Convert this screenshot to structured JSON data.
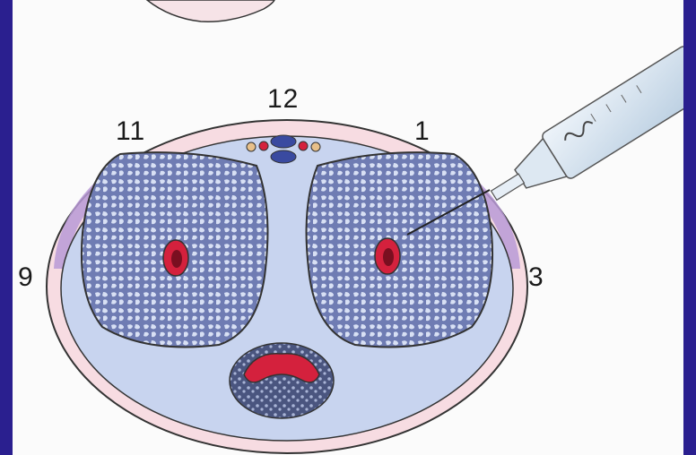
{
  "labels": {
    "twelve": "12",
    "eleven": "11",
    "one": "1",
    "nine": "9",
    "three": "3"
  },
  "colors": {
    "border": "#2a1f8f",
    "skin": "#f7dce2",
    "fascia": "#b89ad6",
    "tunica": "#c8d4ef",
    "spongy": "#7a86b8",
    "artery": "#d4213d"
  }
}
